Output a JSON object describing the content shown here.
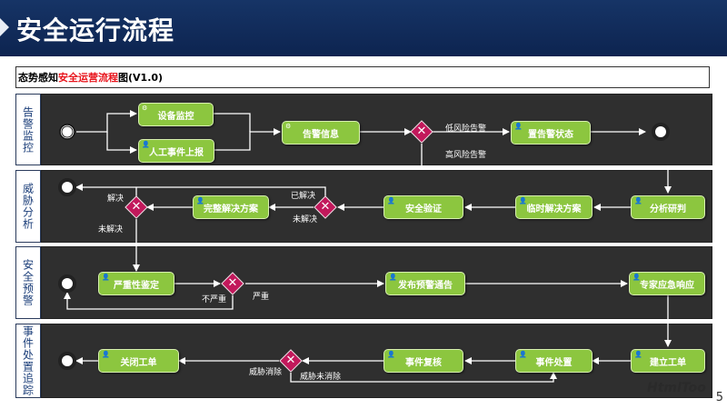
{
  "header": {
    "title": "安全运行流程"
  },
  "subtitle": {
    "prefix": "态势感知",
    "highlight": "安全运营流程",
    "suffix": "图(V1.0)"
  },
  "lanes": [
    {
      "label": "告警监控"
    },
    {
      "label": "威胁分析"
    },
    {
      "label": "安全预警"
    },
    {
      "label": "事件处置追踪"
    }
  ],
  "nodes": {
    "device_monitor": "设备监控",
    "manual_report": "人工事件上报",
    "alert_info": "告警信息",
    "set_alert_status": "置告警状态",
    "analysis": "分析研判",
    "temp_solution": "临时解决方案",
    "security_verify": "安全验证",
    "full_solution": "完整解决方案",
    "severity_assess": "严重性鉴定",
    "publish_warning": "发布预警通告",
    "expert_response": "专家应急响应",
    "create_ticket": "建立工单",
    "event_handle": "事件处置",
    "event_review": "事件复核",
    "close_ticket": "关闭工单"
  },
  "labels": {
    "low_risk": "低风险告警",
    "high_risk": "高风险告警",
    "resolved_left": "解决",
    "unresolved_left": "未解决",
    "resolved_right": "已解决",
    "unresolved_right": "未解决",
    "not_severe": "不严重",
    "severe": "严重",
    "threat_cleared": "威胁消除",
    "threat_not_cleared": "威胁未消除"
  },
  "footer": {
    "page": "5",
    "watermark": "HtmlToo"
  }
}
